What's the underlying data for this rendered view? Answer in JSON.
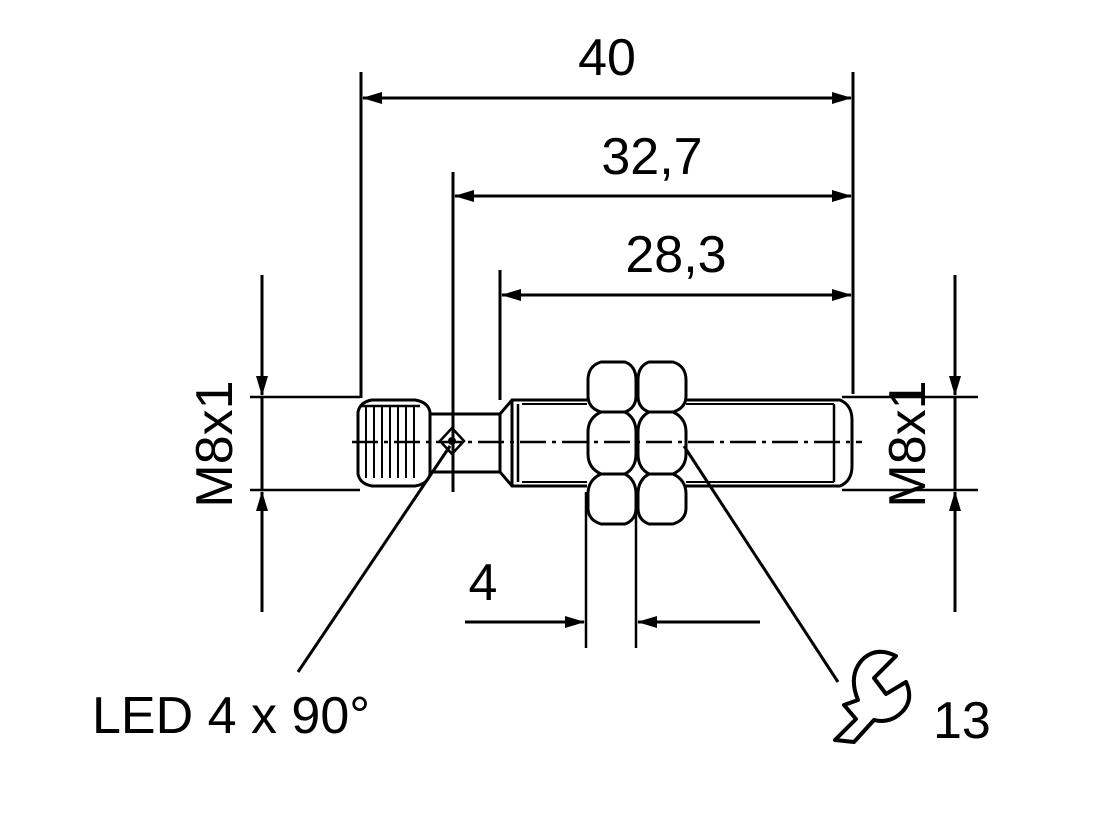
{
  "drawing": {
    "dimensions": {
      "overall_length": "40",
      "length_from_led": "32,7",
      "thread_length": "28,3",
      "nut_width": "4",
      "thread_left": "M8x1",
      "thread_right": "M8x1"
    },
    "callouts": {
      "led": "LED 4 x 90°",
      "wrench_size": "13"
    },
    "icons": {
      "wrench": "wrench-icon"
    },
    "colors": {
      "line": "#000000",
      "background": "#ffffff"
    }
  }
}
